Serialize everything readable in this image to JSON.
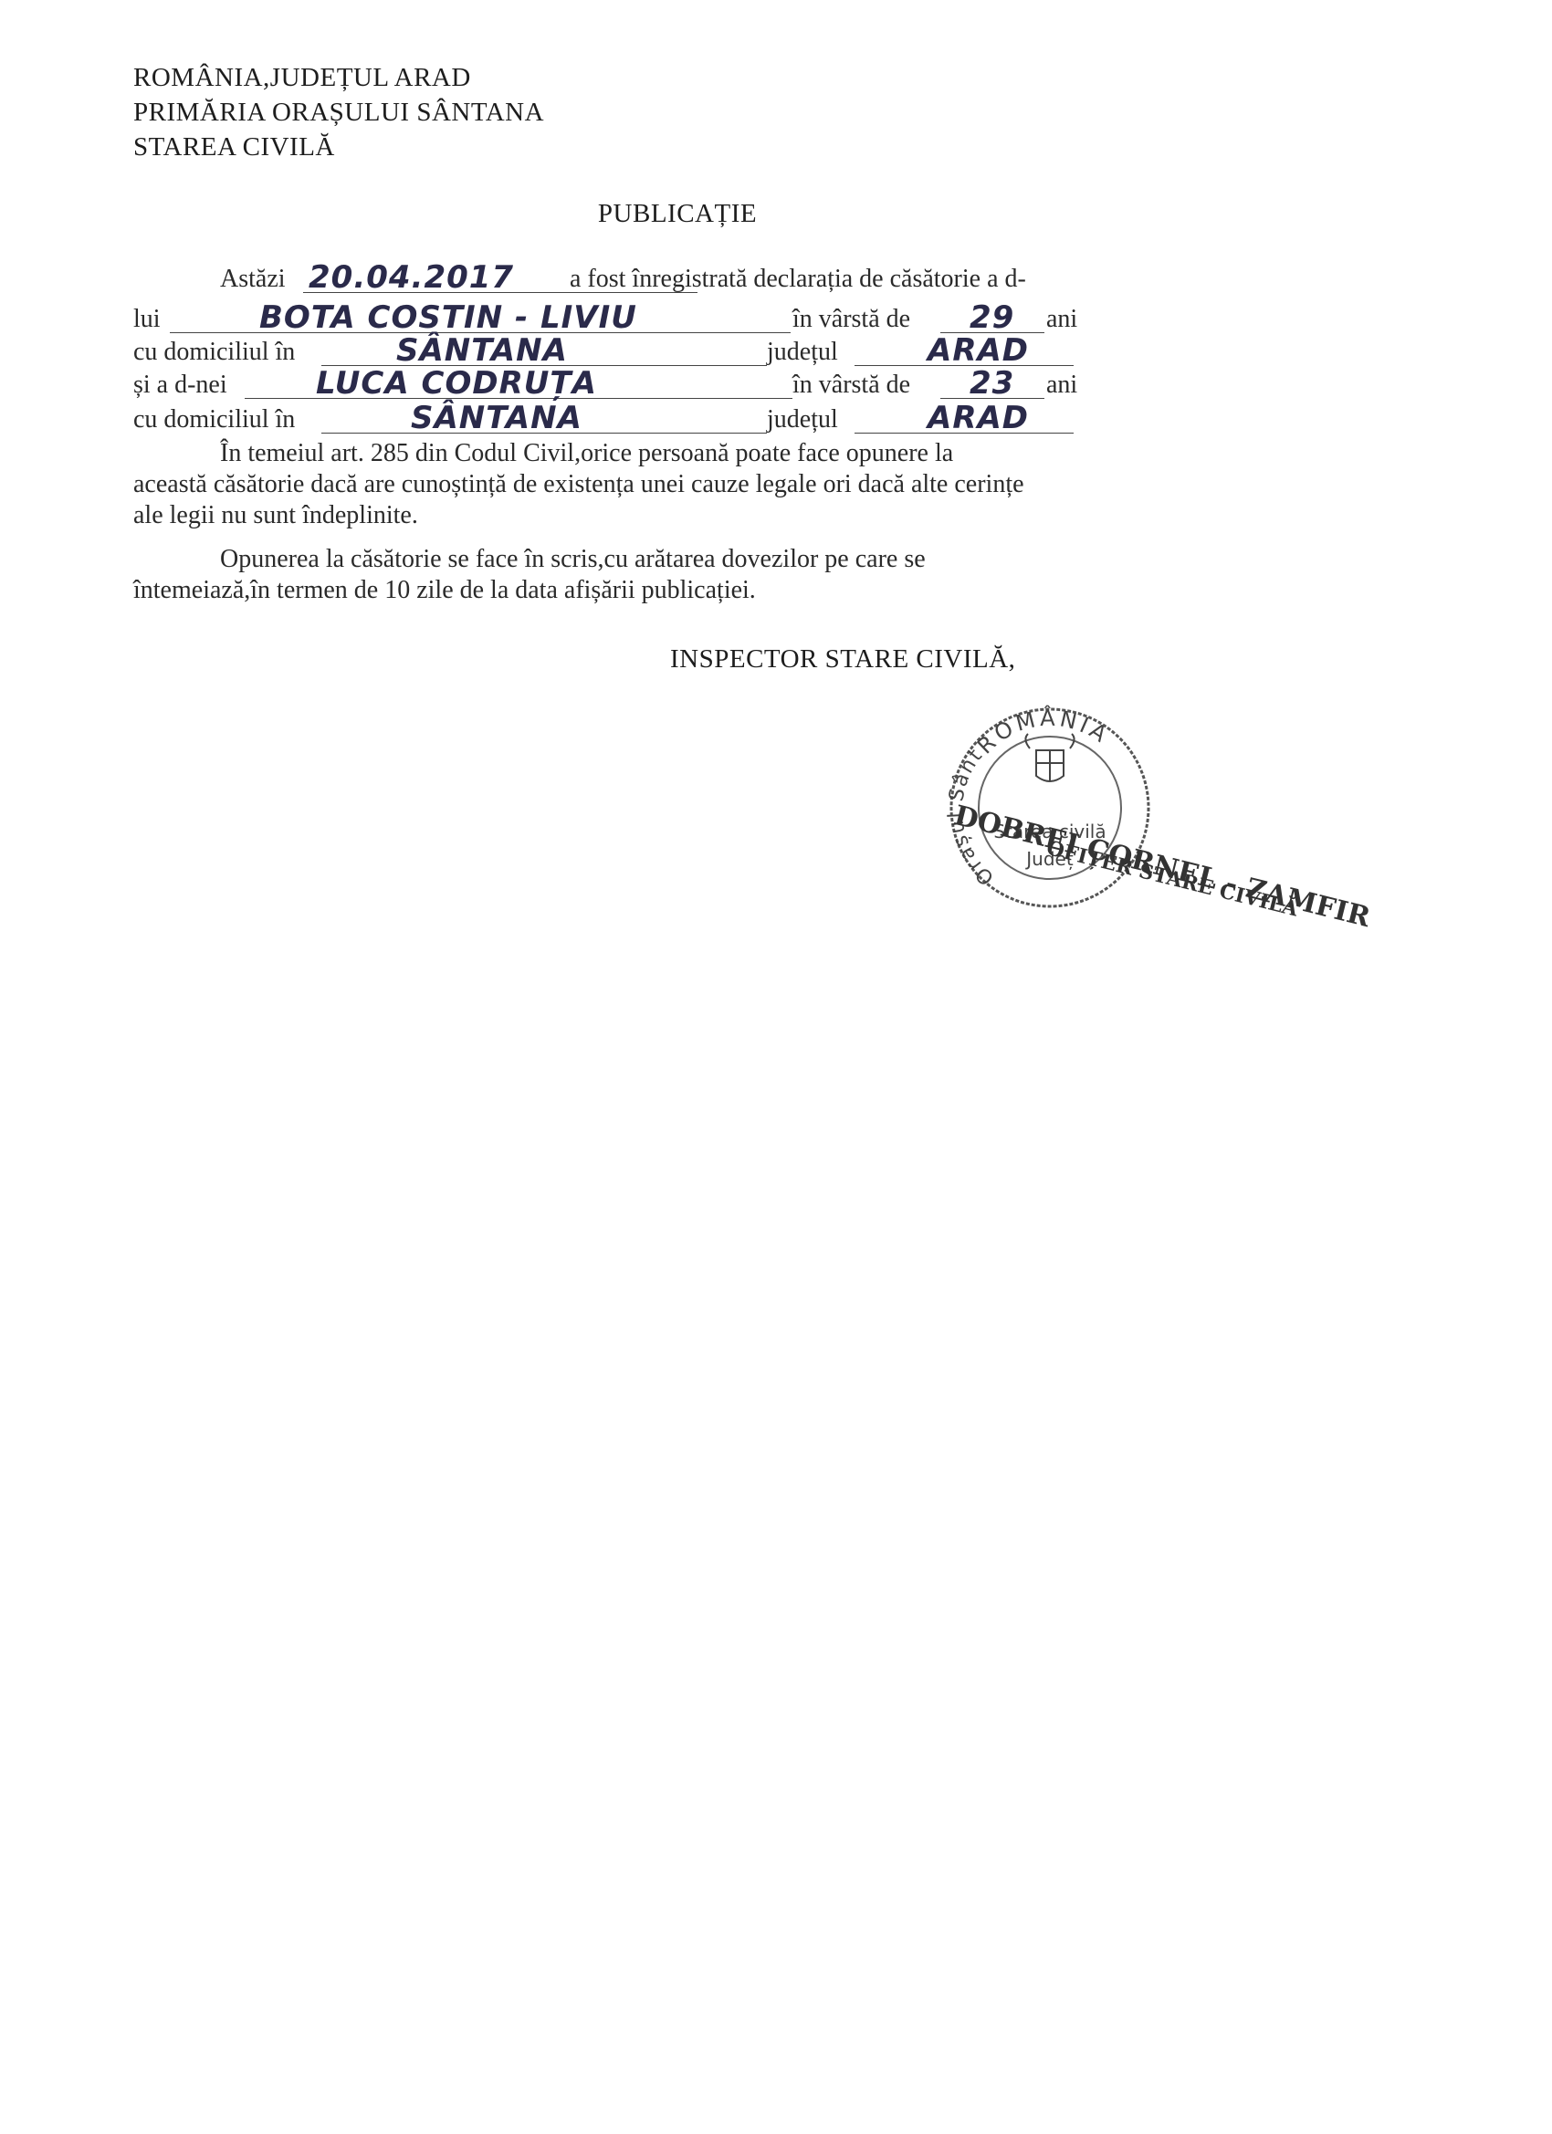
{
  "header": {
    "line1": "ROMÂNIA,JUDEȚUL ARAD",
    "line2": "PRIMĂRIA ORAȘULUI SÂNTANA",
    "line3": "STAREA CIVILĂ"
  },
  "title": "PUBLICAȚIE",
  "form": {
    "astazi_label": "Astăzi",
    "date": "20.04.2017",
    "declaration_text": "a fost înregistrată declarația de căsătorie a d-",
    "lui_label": "lui",
    "groom_name": "BOTA COSTIN - LIVIU",
    "age_label": "în vârstă de",
    "groom_age": "29",
    "ani": "ani",
    "domicile_label": "cu domiciliul în",
    "groom_city": "SÂNTANA",
    "county_label": "județul",
    "groom_county": "ARAD",
    "dnei_label": "și a d-nei",
    "bride_name": "LUCA CODRUȚA",
    "bride_age": "23",
    "bride_city": "SÂNTANA",
    "bride_county": "ARAD"
  },
  "paragraph1": {
    "line1": "În temeiul art. 285 din Codul Civil,orice persoană poate face opunere la",
    "line2": "această căsătorie dacă are cunoștință de existența unei cauze legale ori dacă alte cerințe",
    "line3": "ale legii nu sunt îndeplinite."
  },
  "paragraph2": {
    "line1": "Opunerea la căsătorie se face în scris,cu arătarea dovezilor pe care se",
    "line2": "întemeiază,în termen de 10 zile de la data afișării publicației."
  },
  "signature": {
    "label": "INSPECTOR STARE CIVILĂ,",
    "stamp_top": "ROMÂNIA",
    "stamp_middle": "Starea civilă",
    "stamp_bottom": "Județ",
    "stamp_left": "Orașul Sântana",
    "name_stamp": "DOBREI CORNEL - ZAMFIR",
    "role_stamp": "OFIȚER STARE CIVILĂ"
  }
}
